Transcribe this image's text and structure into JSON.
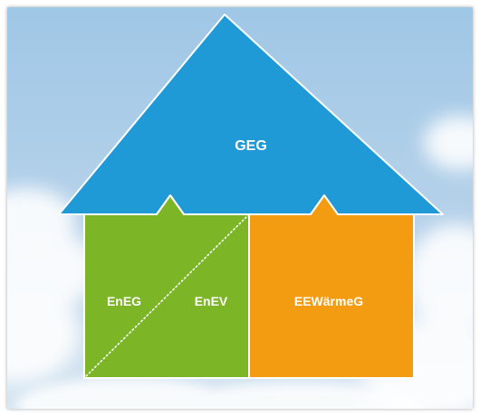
{
  "diagram": {
    "roof_label": "GEG",
    "left_block": {
      "upper_label": "EnEG",
      "lower_label": "EnEV"
    },
    "right_block_label": "EEWärmeG"
  },
  "colors": {
    "roof": "#1f9ad6",
    "left_block": "#7cb627",
    "right_block": "#f39c12",
    "sky_top": "#9fc7e6",
    "sky_bottom": "#d7e6f1"
  }
}
